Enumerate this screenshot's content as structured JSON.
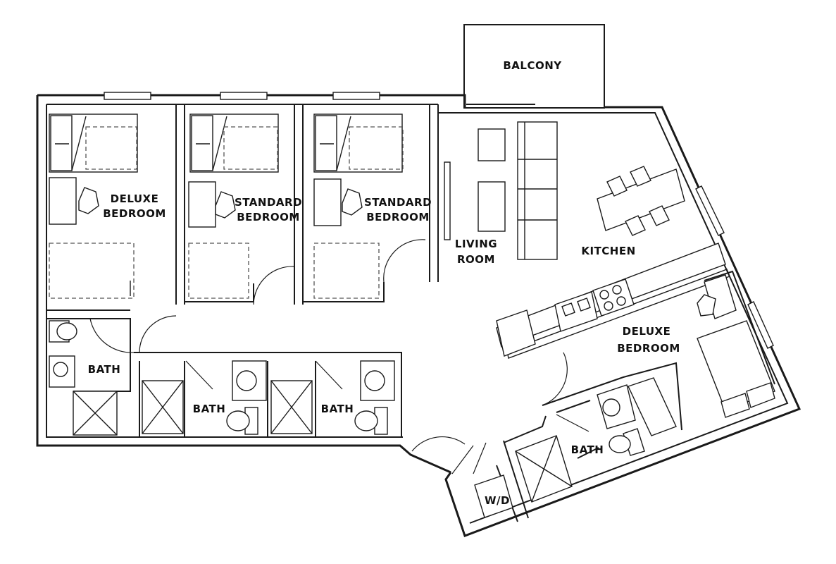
{
  "plan": {
    "rooms": {
      "balcony": "BALCONY",
      "deluxe_bedroom_1": [
        "DELUXE",
        "BEDROOM"
      ],
      "standard_bedroom_1": [
        "STANDARD",
        "BEDROOM"
      ],
      "standard_bedroom_2": [
        "STANDARD",
        "BEDROOM"
      ],
      "living_room": [
        "LIVING",
        "ROOM"
      ],
      "kitchen": "KITCHEN",
      "deluxe_bedroom_2": [
        "DELUXE",
        "BEDROOM"
      ],
      "bath_1": "BATH",
      "bath_2": "BATH",
      "bath_3": "BATH",
      "bath_4": "BATH",
      "laundry": "W/D"
    }
  }
}
